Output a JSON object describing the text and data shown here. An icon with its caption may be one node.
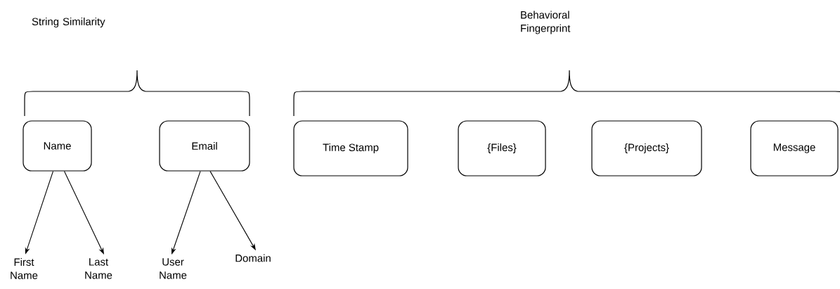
{
  "diagram": {
    "nodes": [
      {
        "text": [
          "Name"
        ]
      },
      {
        "text": [
          "Email"
        ]
      },
      {
        "text": [
          "Time Stamp"
        ]
      },
      {
        "text": [
          "{Files}"
        ]
      },
      {
        "text": [
          "{Projects}"
        ]
      },
      {
        "text": [
          "Message"
        ]
      },
      {
        "text": [
          "First Name"
        ]
      },
      {
        "text": [
          "Last Name"
        ]
      },
      {
        "text": [
          "User Name"
        ]
      },
      {
        "text": [
          "Domain"
        ]
      }
    ],
    "edges": [
      {
        "from": 0,
        "to": 6,
        "arrow": "to"
      },
      {
        "from": 0,
        "to": 7,
        "arrow": "to"
      },
      {
        "from": 1,
        "to": 8,
        "arrow": "to"
      },
      {
        "from": 1,
        "to": 9,
        "arrow": "to"
      }
    ],
    "labels": [
      "String Similarity",
      "Behavioral Fingerprint"
    ]
  }
}
